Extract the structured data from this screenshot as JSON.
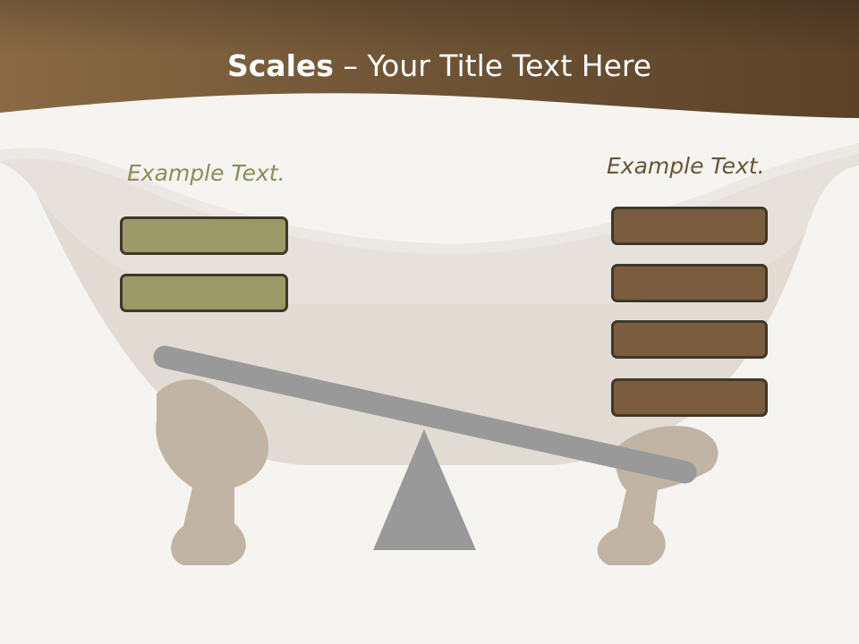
{
  "slide": {
    "title_bold": "Scales",
    "title_rest": " – Your Title Text Here",
    "left_label": "Example Text.",
    "right_label": "Example Text.",
    "left_box_count": 2,
    "right_box_count": 4
  },
  "colors": {
    "header": "#6b4f33",
    "left_boxes": "#9a9a68",
    "right_boxes": "#7c5c3e",
    "scale": "#999999",
    "background": "#f6f4f1"
  }
}
